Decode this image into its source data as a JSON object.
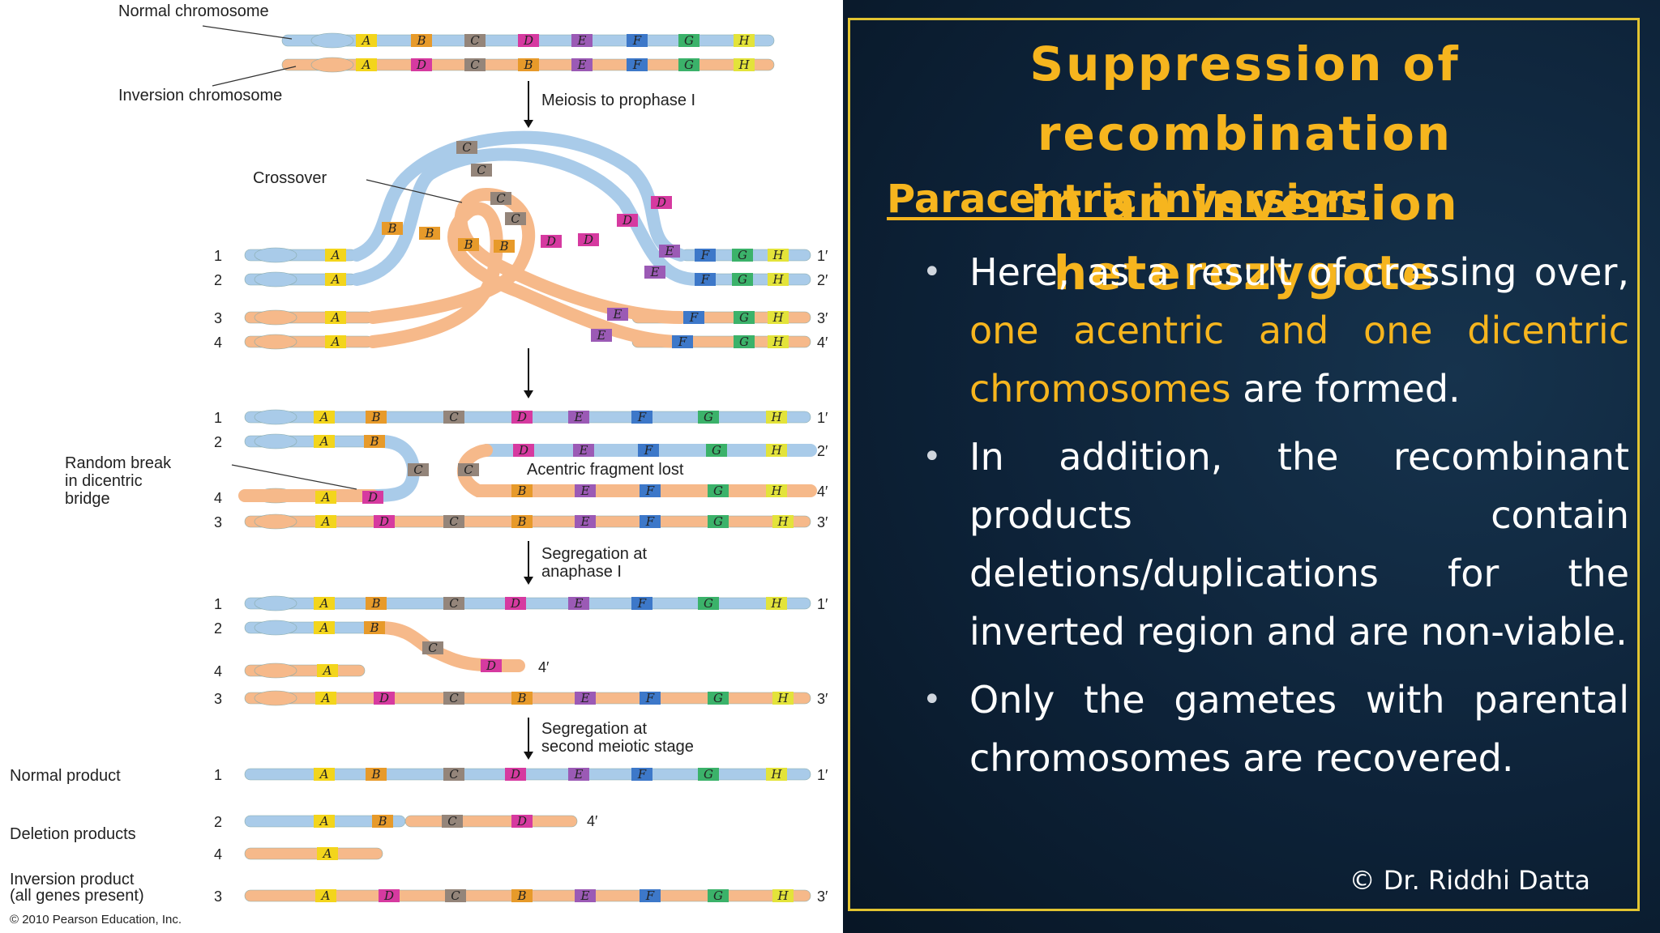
{
  "slide": {
    "title_line1": "Suppression of recombination",
    "title_line2": "in an inversion heterozygote",
    "subtitle": "Paracentric inversion:",
    "bullet1_a": "Here, as a result of crossing over, ",
    "bullet1_hl": "one acentric and one dicentric chromosomes",
    "bullet1_b": " are formed.",
    "bullet2": "In addition, the recombinant products contain deletions/duplications for the inverted region and are non-viable.",
    "bullet3": "Only the gametes with parental chromosomes are recovered.",
    "credit": "© Dr. Riddhi Datta",
    "colors": {
      "accent": "#f6b51e",
      "frame": "#e2c431",
      "text": "#ffffff",
      "bg": "#0d2238"
    }
  },
  "diagram": {
    "normal_chromosome": "Normal chromosome",
    "inversion_chromosome": "Inversion chromosome",
    "step1": "Meiosis to prophase I",
    "crossover": "Crossover",
    "random_break_1": "Random break",
    "random_break_2": "in dicentric",
    "random_break_3": "bridge",
    "acentric_lost": "Acentric fragment lost",
    "seg1_1": "Segregation at",
    "seg1_2": "anaphase I",
    "seg2_1": "Segregation at",
    "seg2_2": "second meiotic stage",
    "normal_product": "Normal product",
    "deletion_products": "Deletion products",
    "inversion_product_1": "Inversion product",
    "inversion_product_2": "(all genes present)",
    "copyright": "© 2010 Pearson Education, Inc.",
    "genes": [
      "A",
      "B",
      "C",
      "D",
      "E",
      "F",
      "G",
      "H"
    ],
    "gene_colors": {
      "A": "#f3d51c",
      "B": "#e79a2a",
      "C": "#94857a",
      "D": "#d63aa0",
      "E": "#9b5ab5",
      "F": "#3d78c9",
      "G": "#3bb26a",
      "H": "#e3e33a"
    },
    "strand_colors": {
      "blue": "#a9cbe9",
      "orange": "#f6b98a"
    },
    "labels": {
      "n1": "1",
      "n2": "2",
      "n3": "3",
      "n4": "4",
      "p1": "1′",
      "p2": "2′",
      "p3": "3′",
      "p4": "4′"
    }
  }
}
